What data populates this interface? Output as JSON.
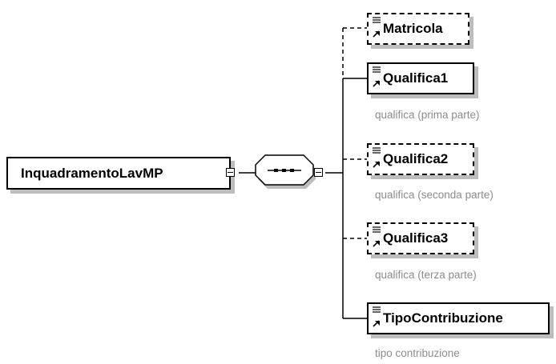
{
  "root": {
    "label": "InquadramentoLavMP"
  },
  "compositor": {
    "type": "sequence"
  },
  "children": [
    {
      "label": "Matricola",
      "optional": true,
      "description": ""
    },
    {
      "label": "Qualifica1",
      "optional": false,
      "description": "qualifica (prima parte)"
    },
    {
      "label": "Qualifica2",
      "optional": true,
      "description": "qualifica (seconda parte)"
    },
    {
      "label": "Qualifica3",
      "optional": true,
      "description": "qualifica (terza parte)"
    },
    {
      "label": "TipoContribuzione",
      "optional": false,
      "description": "tipo contribuzione"
    }
  ]
}
